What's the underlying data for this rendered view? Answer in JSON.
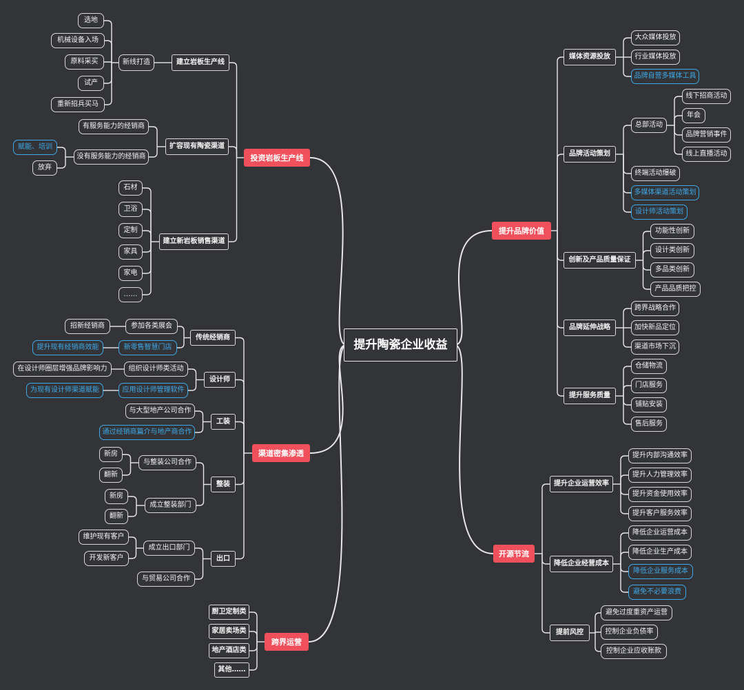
{
  "root": "提升陶瓷企业收益",
  "branches": [
    {
      "label": "投资岩板生产线",
      "children": [
        {
          "label": "建立岩板生产线",
          "children": [
            {
              "label": "新线打造",
              "children": [
                {
                  "label": "选地"
                },
                {
                  "label": "机械设备入场"
                },
                {
                  "label": "原料采买"
                },
                {
                  "label": "试产"
                },
                {
                  "label": "重新招兵买马"
                }
              ]
            }
          ]
        },
        {
          "label": "扩容现有陶瓷渠道",
          "children": [
            {
              "label": "有服务能力的经销商"
            },
            {
              "label": "没有服务能力的经销商",
              "children": [
                {
                  "label": "赋能、培训",
                  "highlight": true
                },
                {
                  "label": "放弃"
                }
              ]
            }
          ]
        },
        {
          "label": "建立新岩板销售渠道",
          "children": [
            {
              "label": "石材"
            },
            {
              "label": "卫浴"
            },
            {
              "label": "定制"
            },
            {
              "label": "家具"
            },
            {
              "label": "家电"
            },
            {
              "label": "……"
            }
          ]
        }
      ]
    },
    {
      "label": "渠道密集渗透",
      "children": [
        {
          "label": "传统经销商",
          "children": [
            {
              "label": "参加各类展会",
              "children": [
                {
                  "label": "招新经销商"
                }
              ]
            },
            {
              "label": "新零售智慧门店",
              "highlight": true,
              "children": [
                {
                  "label": "提升现有经销商效能",
                  "highlight": true
                }
              ]
            }
          ]
        },
        {
          "label": "设计师",
          "children": [
            {
              "label": "组织设计师类活动",
              "children": [
                {
                  "label": "在设计师圈层增强品牌影响力"
                }
              ]
            },
            {
              "label": "应用设计师管理软件",
              "highlight": true,
              "children": [
                {
                  "label": "为现有设计师渠道赋能",
                  "highlight": true
                }
              ]
            }
          ]
        },
        {
          "label": "工装",
          "children": [
            {
              "label": "与大型地产公司合作"
            },
            {
              "label": "通过经销商篇介与地产商合作",
              "highlight": true
            }
          ]
        },
        {
          "label": "整装",
          "children": [
            {
              "label": "与整装公司合作",
              "children": [
                {
                  "label": "新房"
                },
                {
                  "label": "翻新"
                }
              ]
            },
            {
              "label": "成立整装部门",
              "children": [
                {
                  "label": "新房"
                },
                {
                  "label": "翻新"
                }
              ]
            }
          ]
        },
        {
          "label": "出口",
          "children": [
            {
              "label": "成立出口部门",
              "children": [
                {
                  "label": "维护现有客户"
                },
                {
                  "label": "开发新客户"
                }
              ]
            },
            {
              "label": "与贸易公司合作"
            }
          ]
        }
      ]
    },
    {
      "label": "跨界运营",
      "children": [
        {
          "label": "厨卫定制类"
        },
        {
          "label": "家居卖场类"
        },
        {
          "label": "地产酒店类"
        },
        {
          "label": "其他……"
        }
      ]
    },
    {
      "label": "提升品牌价值",
      "children": [
        {
          "label": "媒体资源投放",
          "children": [
            {
              "label": "大众媒体投放"
            },
            {
              "label": "行业媒体投放"
            },
            {
              "label": "品牌自营多媒体工具",
              "highlight": true
            }
          ]
        },
        {
          "label": "品牌活动策划",
          "children": [
            {
              "label": "总部活动",
              "children": [
                {
                  "label": "线下招商活动"
                },
                {
                  "label": "年会"
                },
                {
                  "label": "品牌营销事件"
                },
                {
                  "label": "线上直播活动"
                }
              ]
            },
            {
              "label": "终端活动爆破"
            },
            {
              "label": "多媒体渠道活动策划",
              "highlight": true
            },
            {
              "label": "设计师活动策划",
              "highlight": true
            }
          ]
        },
        {
          "label": "创新及产品质量保证",
          "children": [
            {
              "label": "功能性创新"
            },
            {
              "label": "设计类创新"
            },
            {
              "label": "多品类创新"
            },
            {
              "label": "产品品质把控"
            }
          ]
        },
        {
          "label": "品牌延伸战略",
          "children": [
            {
              "label": "跨界战略合作"
            },
            {
              "label": "加快新品定位"
            },
            {
              "label": "渠道市场下沉"
            }
          ]
        },
        {
          "label": "提升服务质量",
          "children": [
            {
              "label": "仓储物流"
            },
            {
              "label": "门店服务"
            },
            {
              "label": "铺贴安装"
            },
            {
              "label": "售后服务"
            }
          ]
        }
      ]
    },
    {
      "label": "开源节流",
      "children": [
        {
          "label": "提升企业运营效率",
          "children": [
            {
              "label": "提升内部沟通效率"
            },
            {
              "label": "提升人力管理效率"
            },
            {
              "label": "提升资金使用效率"
            },
            {
              "label": "提升客户服务效率"
            }
          ]
        },
        {
          "label": "降低企业经营成本",
          "children": [
            {
              "label": "降低企业运营成本"
            },
            {
              "label": "降低企业生产成本"
            },
            {
              "label": "降低企业服务成本",
              "highlight": true
            },
            {
              "label": "避免不必要浪费",
              "highlight": true
            }
          ]
        },
        {
          "label": "提前风控",
          "children": [
            {
              "label": "避免过度重资产运营"
            },
            {
              "label": "控制企业负债率"
            },
            {
              "label": "控制企业应收账款"
            }
          ]
        }
      ]
    }
  ],
  "colors": {
    "background": "#333438",
    "main_branch": "#f0505c",
    "highlight": "#3ea9e8",
    "line": "#e8e8e8"
  }
}
